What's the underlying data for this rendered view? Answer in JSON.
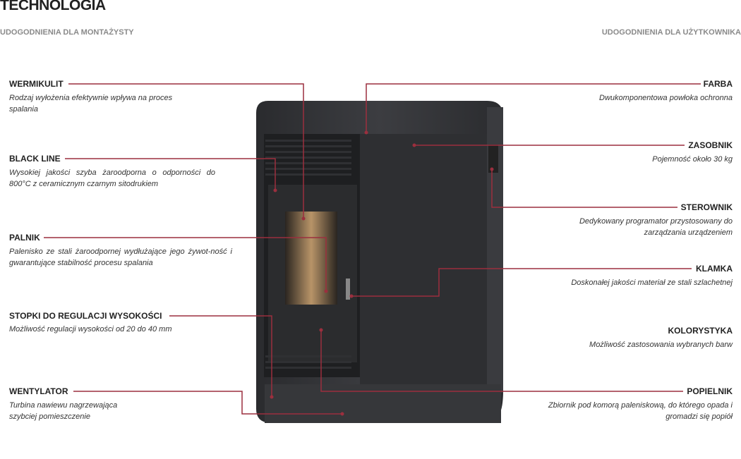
{
  "title": "TECHNOLOGIA",
  "subtitles": {
    "left": "UDOGODNIENIA DLA MONTAŻYSTY",
    "right": "UDOGODNIENIA DLA UŻYTKOWNIKA"
  },
  "accent_color": "#9b2f3e",
  "left_features": [
    {
      "label": "WERMIKULIT",
      "desc": "Rodzaj wyłożenia efektywnie wpływa na proces spalania"
    },
    {
      "label": "BLACK LINE",
      "desc": "Wysokiej jakości szyba żaroodporna o odporności do 800°C z ceramicznym czarnym sitodrukiem"
    },
    {
      "label": "PALNIK",
      "desc": "Palenisko ze stali żaroodpornej wydłużające jego żywot-ność i gwarantujące stabilność procesu spalania"
    },
    {
      "label": "STOPKI DO REGULACJI WYSOKOŚCI",
      "desc": "Możliwość regulacji wysokości od 20 do 40 mm"
    },
    {
      "label": "WENTYLATOR",
      "desc": "Turbina nawiewu nagrzewająca szybciej pomieszczenie"
    }
  ],
  "right_features": [
    {
      "label": "FARBA",
      "desc": "Dwukomponentowa powłoka ochronna"
    },
    {
      "label": "ZASOBNIK",
      "desc": "Pojemność około 30 kg"
    },
    {
      "label": "STEROWNIK",
      "desc": "Dedykowany programator przystosowany do zarządzania urządzeniem"
    },
    {
      "label": "KLAMKA",
      "desc": "Doskonałej jakości materiał ze stali szlachetnej"
    },
    {
      "label": "KOLORYSTYKA",
      "desc": "Możliwość zastosowania wybranych barw"
    },
    {
      "label": "POPIELNIK",
      "desc": "Zbiornik pod komorą paleniskową, do którego opada i gromadzi się popiół"
    }
  ]
}
